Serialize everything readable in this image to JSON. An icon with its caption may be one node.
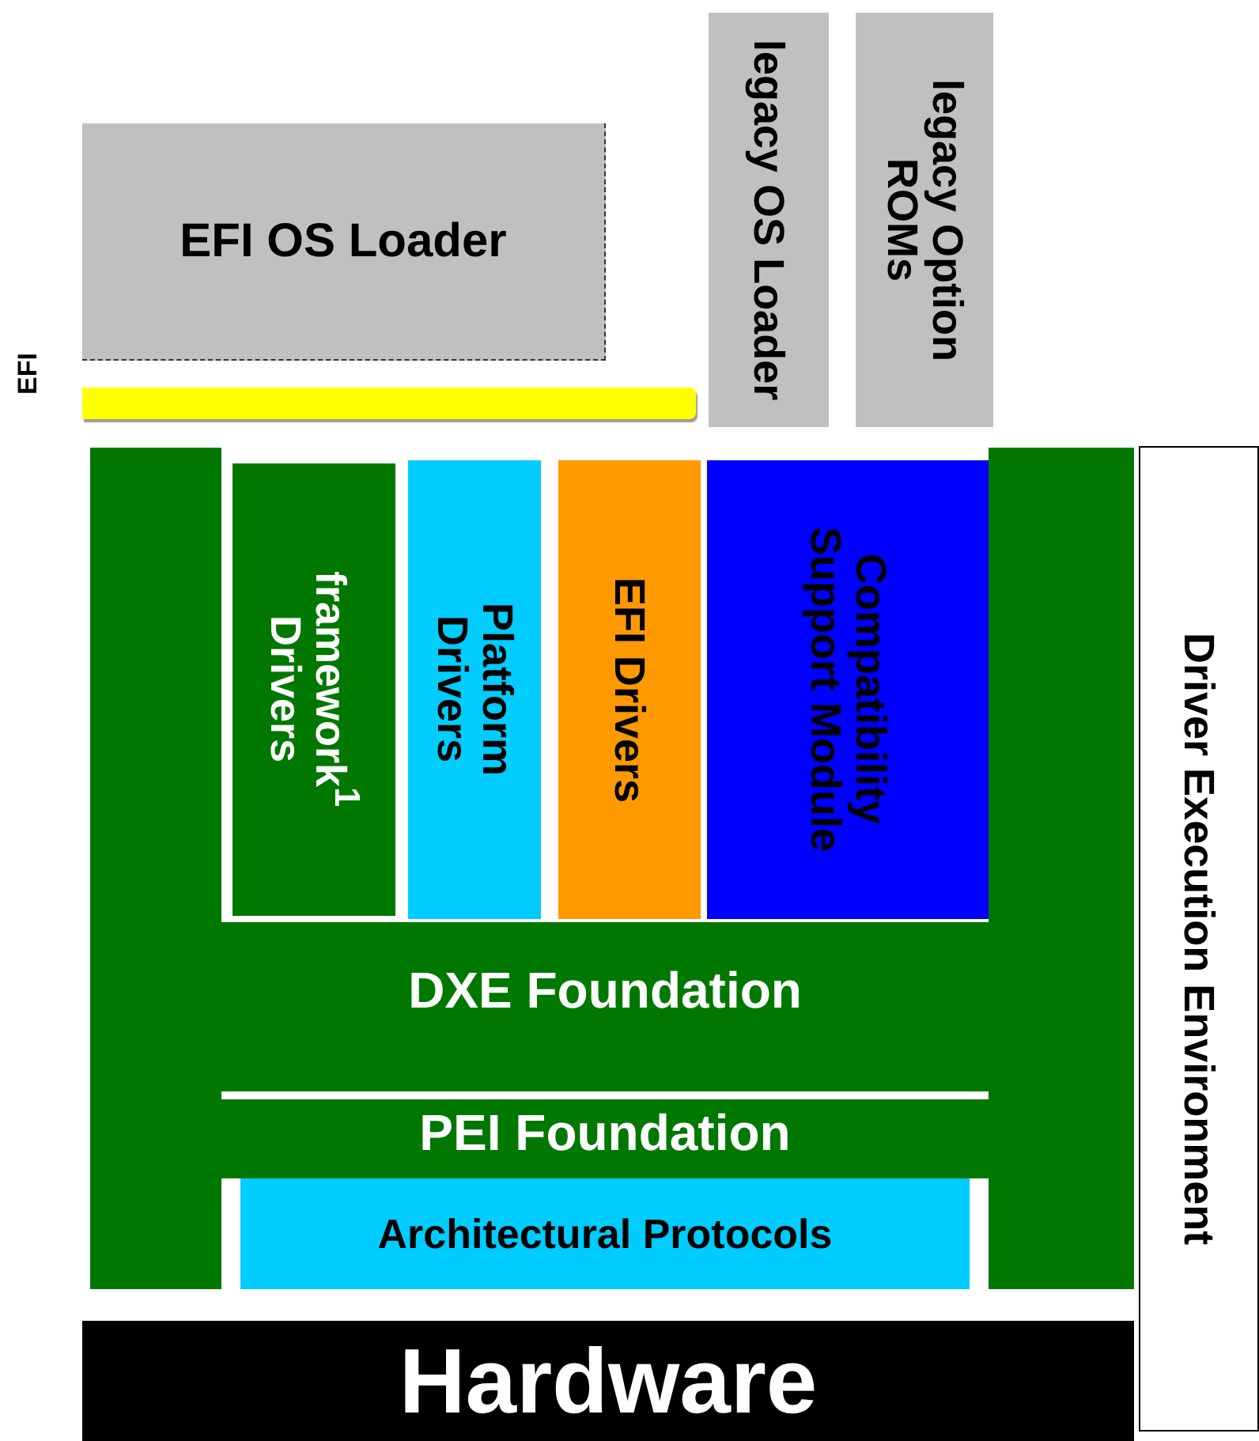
{
  "diagram": {
    "nodes": [
      {
        "text": [
          "EFI OS Loader"
        ]
      },
      {
        "text": [
          "legacy OS Loader"
        ]
      },
      {
        "text": [
          "legacy Option ROMs"
        ]
      },
      {
        "text": [],
        "shape": "bar",
        "beside": [
          "EFI"
        ]
      },
      {
        "text": [
          "DXE Foundation",
          "PEI Foundation"
        ]
      },
      {
        "text": [
          "framework$^{1}$ Drivers"
        ],
        "in": 4
      },
      {
        "text": [
          "Platform Drivers"
        ],
        "in": 4
      },
      {
        "text": [
          "EFI Drivers"
        ],
        "in": 4
      },
      {
        "text": [
          "Compatibility Support Module"
        ],
        "in": 4
      },
      {
        "text": [
          "Architectural Protocols"
        ],
        "in": 4
      },
      {
        "text": [
          "Hardware"
        ]
      },
      {
        "text": [
          "Driver Execution Environment"
        ]
      }
    ],
    "edges": []
  }
}
